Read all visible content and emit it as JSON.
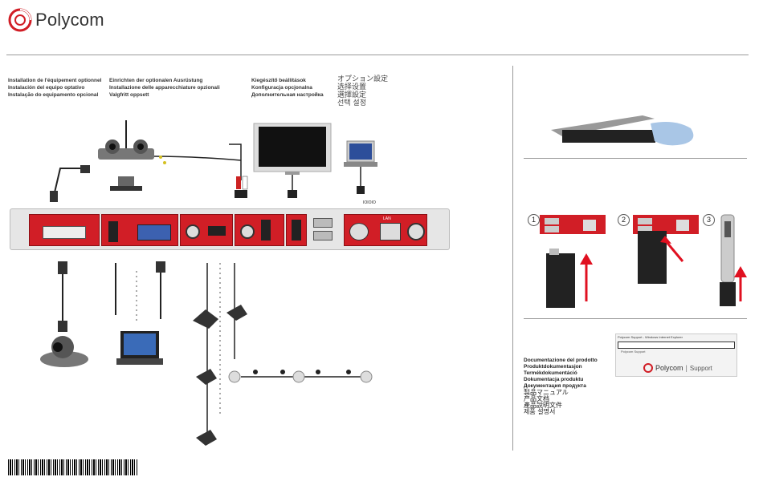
{
  "brand": {
    "name": "Polycom",
    "color": "#d11e26"
  },
  "titles": {
    "col1": [
      "Installation de l'équipement optionnel",
      "Instalación del equipo optativo",
      "Instalação do equipamento opcional"
    ],
    "col2": [
      "Einrichten der optionalen Ausrüstung",
      "Installazione delle apparecchiature opzionali",
      "Valgfritt oppsett"
    ],
    "col3": [
      "Kiegészítő beállítások",
      "Konfiguracja opcjonalna",
      "Дополнительная настройка"
    ],
    "col4": [
      "オプション設定",
      "选择设置",
      "選擇設定",
      "선택 설정"
    ]
  },
  "steps": [
    "1",
    "2",
    "3"
  ],
  "documentation": [
    "Documentazione del prodotto",
    "Produktdokumentasjon",
    "Termékdokumentáció",
    "Dokumentacja produktu",
    "Документация продукта",
    "製品マニュアル",
    "产品文档",
    "產品說明文件",
    "제품 설명서"
  ],
  "support_page": {
    "browser_title": "Polycom Support - Windows Internet Explorer",
    "tab": "Polycom Support",
    "brand": "Polycom",
    "section": "Support"
  },
  "port_labels": {
    "serial": "IOIOIO",
    "lan": "LAN"
  },
  "colors": {
    "panel_red": "#d11e26",
    "panel_grey": "#e6e6e6",
    "arrow_red": "#e01020"
  }
}
